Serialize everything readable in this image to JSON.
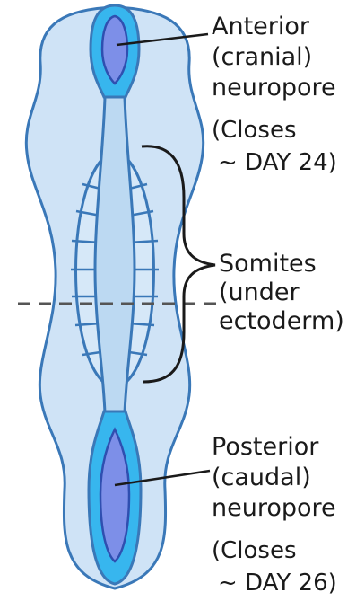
{
  "labels": {
    "anterior": [
      "Anterior",
      "(cranial)",
      "neuropore"
    ],
    "anterior_closes": [
      "(Closes",
      "~ DAY 24)"
    ],
    "somites": [
      "Somites",
      "(under",
      "ectoderm)"
    ],
    "posterior": [
      "Posterior",
      "(caudal)",
      "neuropore"
    ],
    "posterior_closes": [
      "(Closes",
      "~ DAY 26)"
    ]
  },
  "colors": {
    "embryo_fill": "#cfe3f6",
    "outline": "#3a78b8",
    "neuropore_rim": "#37b6ee",
    "neuropore_core": "#7d8fe8",
    "tube_fill": "#bcd9f2",
    "ink": "#1a1a1a"
  }
}
